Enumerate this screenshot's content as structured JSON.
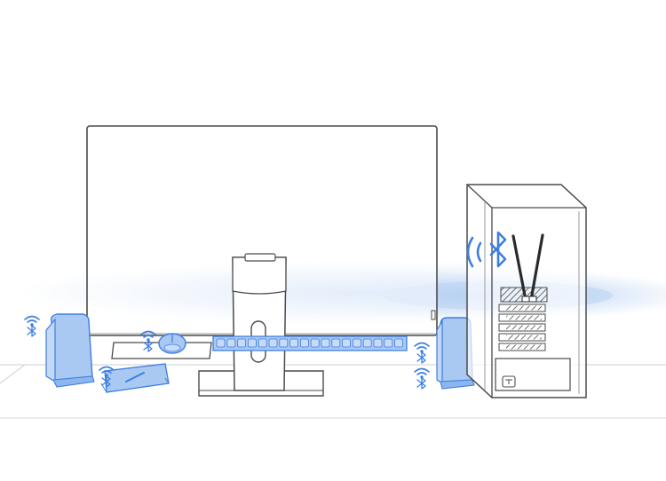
{
  "scene": {
    "description_free": true,
    "colors": {
      "line": "#5a5a5a",
      "accent": "#3d7fe0",
      "accent_fill": "#a9c8f2",
      "accent_light": "#d8e6fa",
      "glow": "#c7dbf5",
      "paper": "#ffffff"
    },
    "devices": [
      {
        "name": "monitor",
        "connected": false
      },
      {
        "name": "monitor-stand",
        "connected": false
      },
      {
        "name": "left-speaker",
        "connected": true,
        "icon": "wifi-bluetooth-icon"
      },
      {
        "name": "right-speaker",
        "connected": true,
        "icon": "wifi-bluetooth-icon"
      },
      {
        "name": "mouse",
        "connected": true,
        "icon": "wifi-bluetooth-icon"
      },
      {
        "name": "keyboard",
        "connected": true,
        "icon": "wifi-bluetooth-icon"
      },
      {
        "name": "drawing-tablet",
        "connected": true,
        "icon": "wifi-bluetooth-icon"
      },
      {
        "name": "pc-tower",
        "connected": false
      },
      {
        "name": "wireless-pcie-card",
        "connected": true,
        "icon": "bluetooth-icon"
      }
    ]
  }
}
